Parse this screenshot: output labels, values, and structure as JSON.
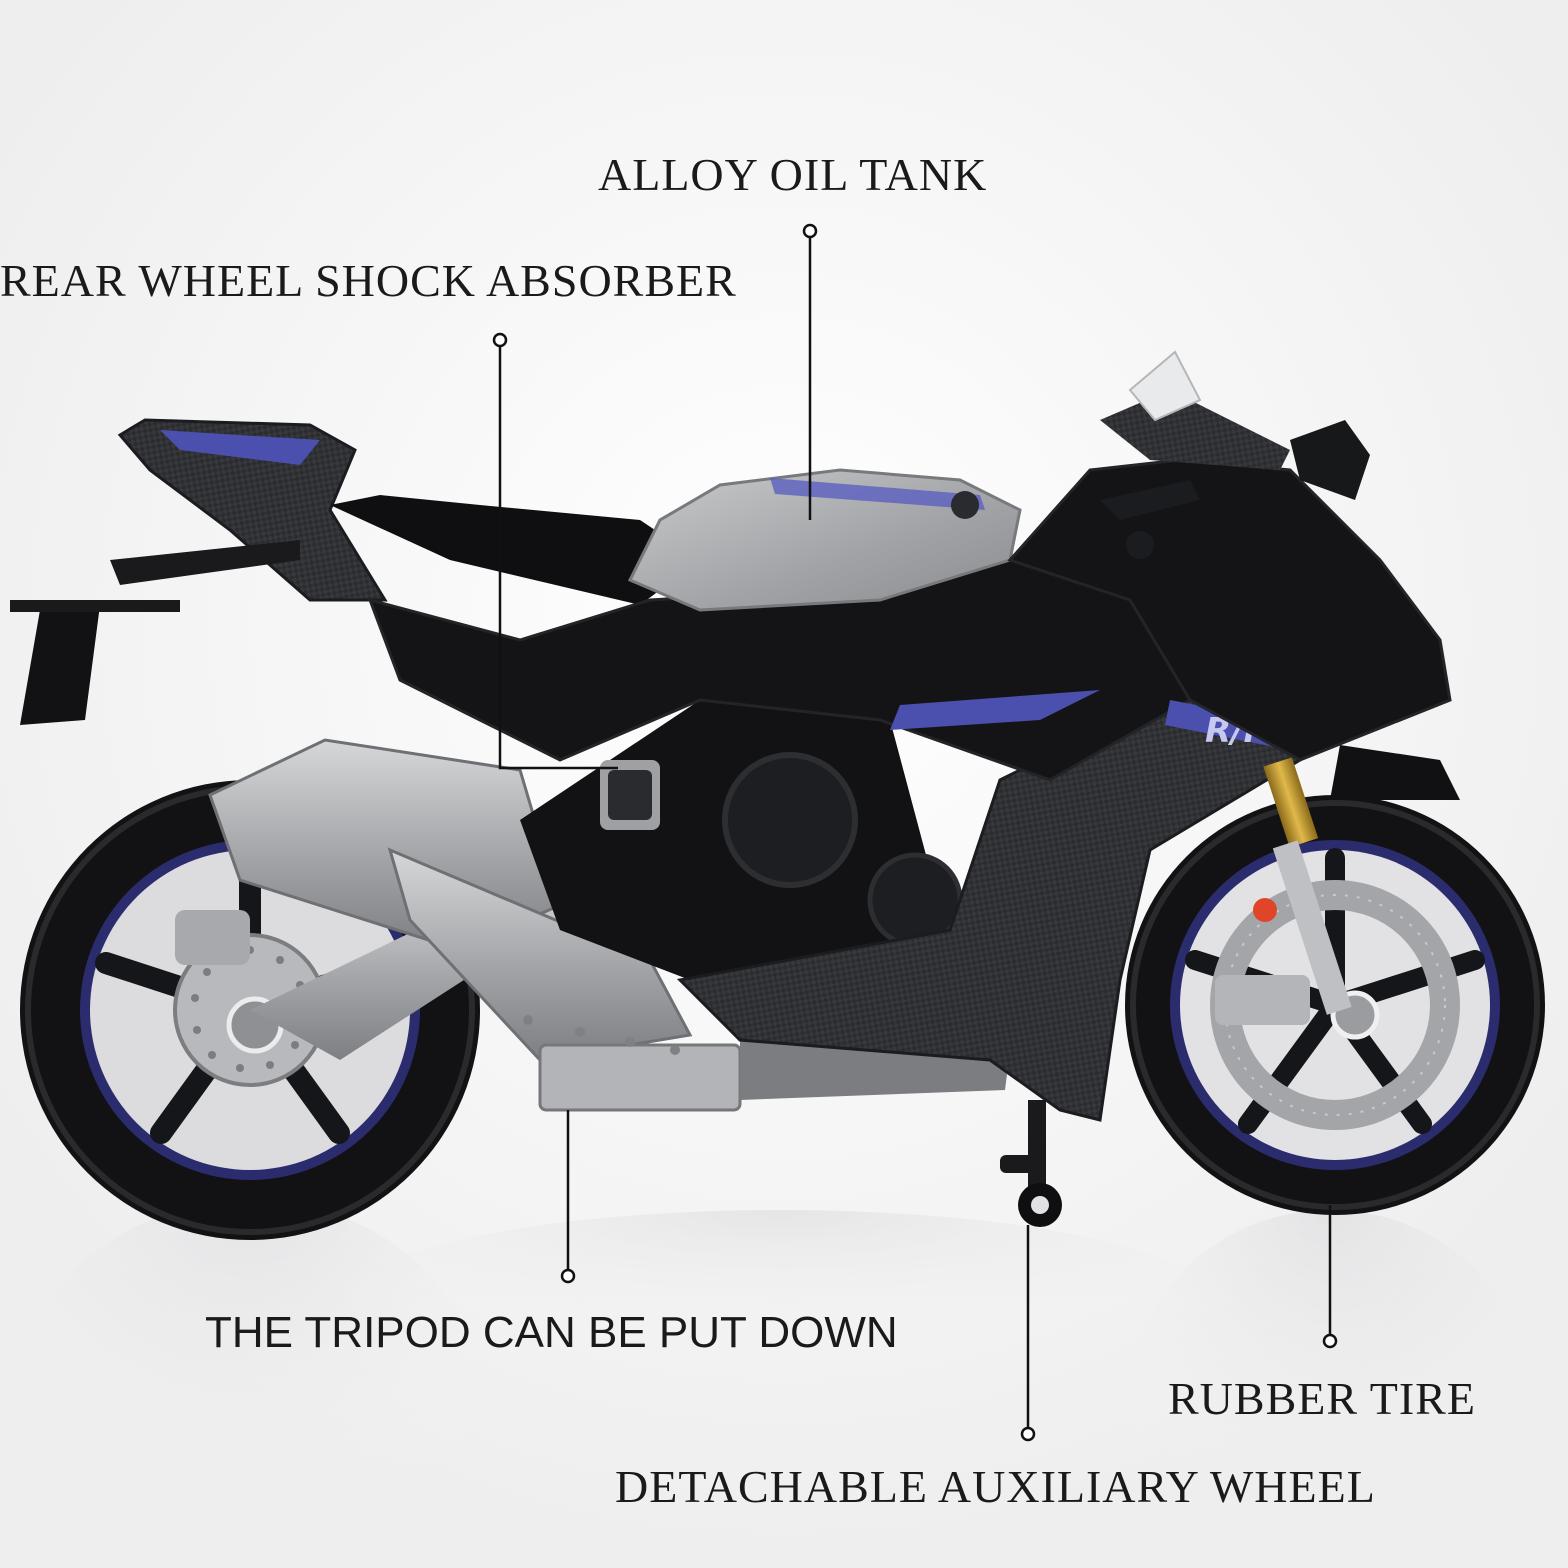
{
  "callouts": {
    "alloy_oil_tank": "ALLOY OIL TANK",
    "rear_shock": "REAR WHEEL SHOCK ABSORBER",
    "tripod": "THE TRIPOD CAN BE PUT DOWN",
    "rubber_tire": "RUBBER TIRE",
    "aux_wheel": "DETACHABLE AUXILIARY WHEEL"
  },
  "badge": {
    "model": "R/M"
  },
  "colors": {
    "background": "#f7f7f7",
    "body_black": "#141416",
    "carbon": "#3a3b3e",
    "silver": "#a9abae",
    "accent_blue": "#4b4fae",
    "rim_blue": "#2a2c6e",
    "fork_gold": "#b8902b"
  }
}
